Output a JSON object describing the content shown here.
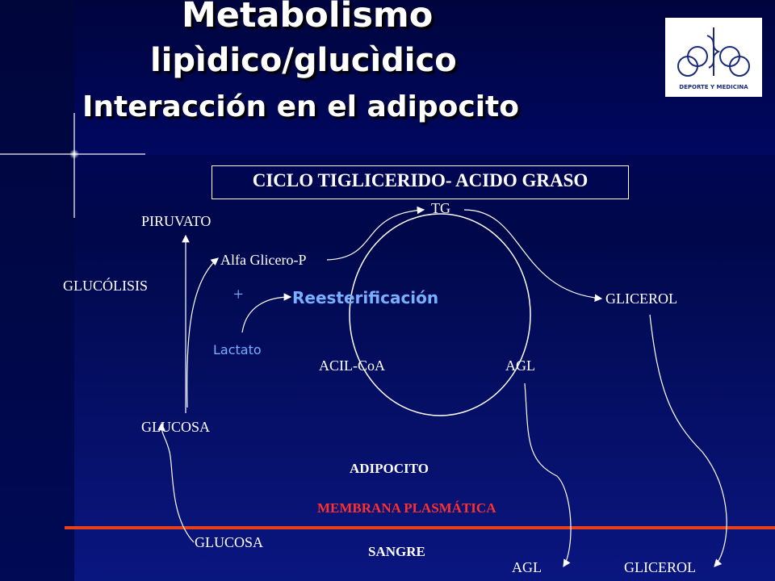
{
  "slide": {
    "title_line1": "Metabolismo",
    "title_line2": "lipìdico/glucìdico",
    "title_line3": "Interacción en el adipocito"
  },
  "logo": {
    "text": "DEPORTE Y MEDICINA",
    "icon": "caduceus-rings-logo"
  },
  "box_label": "CICLO TIGLICERIDO- ACIDO GRASO",
  "labels": {
    "tg": "TG",
    "piruvato": "PIRUVATO",
    "alfa_glicero_p": "Alfa Glicero-P",
    "glucolisis": "GLUCÓLISIS",
    "plus": "+",
    "reesterificacion": "Reesterificación",
    "glicerol_in": "GLICEROL",
    "lactato": "Lactato",
    "acil_coa": "ACIL-CoA",
    "agl_in": "AGL",
    "glucosa_in": "GLUCOSA",
    "adipocito": "ADIPOCITO",
    "membrana": "MEMBRANA PLASMÁTICA",
    "glucosa_out": "GLUCOSA",
    "sangre": "SANGRE",
    "agl_out": "AGL",
    "glicerol_out": "GLICEROL"
  },
  "colors": {
    "membrane": "#e8401a",
    "accent_blue": "#7ab0ff",
    "membrane_text": "#ff3030"
  }
}
